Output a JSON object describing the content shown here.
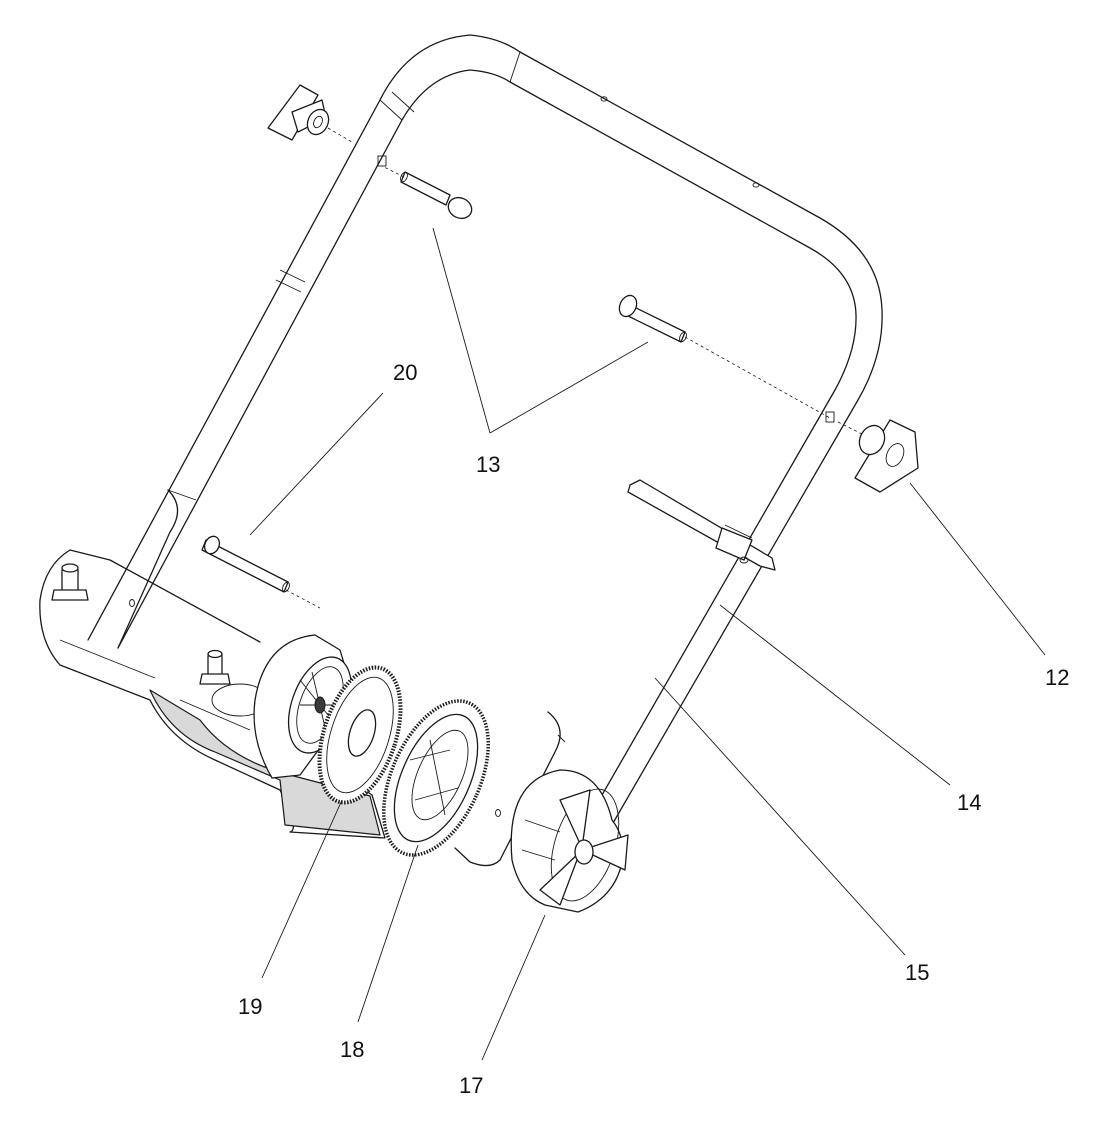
{
  "callouts": [
    {
      "id": "c12",
      "label": "12"
    },
    {
      "id": "c13",
      "label": "13"
    },
    {
      "id": "c14",
      "label": "14"
    },
    {
      "id": "c15",
      "label": "15"
    },
    {
      "id": "c17",
      "label": "17"
    },
    {
      "id": "c18",
      "label": "18"
    },
    {
      "id": "c19",
      "label": "19"
    },
    {
      "id": "c20",
      "label": "20"
    }
  ]
}
